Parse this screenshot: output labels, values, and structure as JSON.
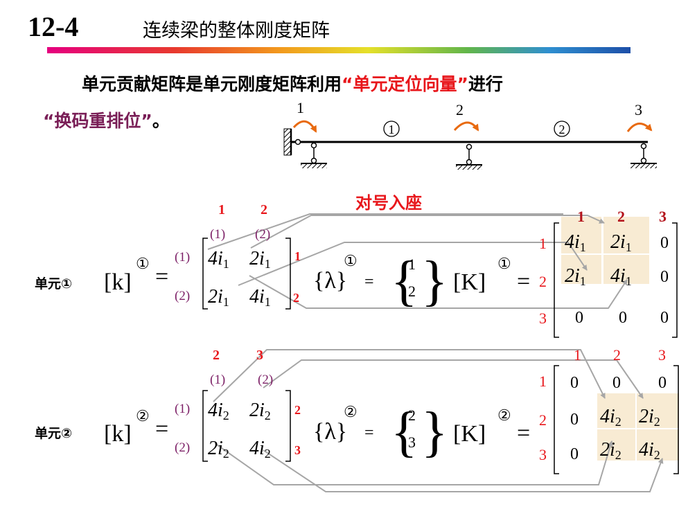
{
  "header": {
    "section_number": "12-4",
    "title": "连续梁的整体刚度矩阵"
  },
  "intro": {
    "part1": "单元贡献矩阵是单元刚度矩阵利用",
    "term1": "“单元定位向量”",
    "part2": "进行",
    "term2": "“换码重排位”",
    "end": "。"
  },
  "beam": {
    "node_labels": [
      "1",
      "2",
      "3"
    ],
    "element_labels": [
      "1",
      "2"
    ]
  },
  "heading": "对号入座",
  "element1": {
    "label": "单元①",
    "k_symbol": "[k]",
    "k_sup": "①",
    "col_global": [
      "1",
      "2"
    ],
    "col_local": [
      "(1)",
      "(2)"
    ],
    "row_local": [
      "(1)",
      "(2)"
    ],
    "row_global": [
      "1",
      "2"
    ],
    "k_cells": [
      [
        "4i",
        "2i"
      ],
      [
        "2i",
        "4i"
      ]
    ],
    "sub": "1",
    "lambda_symbol": "{λ}",
    "lambda_sup": "①",
    "lambda_values": [
      "1",
      "2"
    ],
    "K_symbol": "[K]",
    "K_sup": "①",
    "K_cols": [
      "1",
      "2",
      "3"
    ],
    "K_rows": [
      "1",
      "2",
      "3"
    ],
    "K_cells": [
      [
        "4i",
        "2i",
        "0"
      ],
      [
        "2i",
        "4i",
        "0"
      ],
      [
        "0",
        "0",
        "0"
      ]
    ]
  },
  "element2": {
    "label": "单元②",
    "k_symbol": "[k]",
    "k_sup": "②",
    "col_global": [
      "2",
      "3"
    ],
    "col_local": [
      "(1)",
      "(2)"
    ],
    "row_local": [
      "(1)",
      "(2)"
    ],
    "row_global": [
      "2",
      "3"
    ],
    "k_cells": [
      [
        "4i",
        "2i"
      ],
      [
        "2i",
        "4i"
      ]
    ],
    "sub": "2",
    "lambda_symbol": "{λ}",
    "lambda_sup": "②",
    "lambda_values": [
      "2",
      "3"
    ],
    "K_symbol": "[K]",
    "K_sup": "②",
    "K_cols": [
      "1",
      "2",
      "3"
    ],
    "K_rows": [
      "1",
      "2",
      "3"
    ],
    "K_cells": [
      [
        "0",
        "0",
        "0"
      ],
      [
        "0",
        "4i",
        "2i"
      ],
      [
        "0",
        "2i",
        "4i"
      ]
    ]
  },
  "colors": {
    "accent_red": "#e8161b",
    "term_maroon": "#7a1f57",
    "highlight": "#f8ebd3",
    "arrow_gray": "#a6a6a6"
  }
}
